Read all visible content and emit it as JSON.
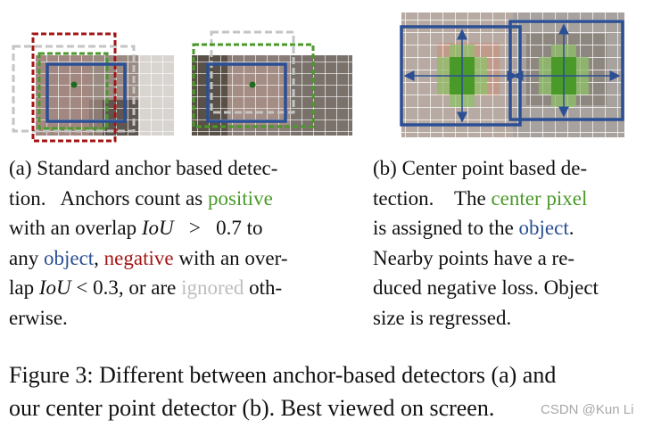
{
  "panel_a": {
    "label": "(a) Standard anchor based detec-",
    "l2_a": "tion.",
    "l2_b": "Anchors count as",
    "l2_c": "positive",
    "l3_a": "with an overlap",
    "l3_math": "IoU",
    "l3_op": ">",
    "l3_val": "0.7",
    "l3_b": "to",
    "l4_a": "any",
    "l4_b": "object",
    "l4_c": ",",
    "l4_d": "negative",
    "l4_e": "with an over-",
    "l5_a": "lap",
    "l5_math": "IoU",
    "l5_b": "< 0.3, or are",
    "l5_c": "ignored",
    "l5_d": "oth-",
    "l6": "erwise."
  },
  "panel_b": {
    "label": "(b) Center point based de-",
    "l2_a": "tection.",
    "l2_b": "The",
    "l2_c": "center pixel",
    "l3_a": "is assigned to the",
    "l3_b": "object",
    "l3_c": ".",
    "l4": "Nearby points have a re-",
    "l5": "duced negative loss. Object",
    "l6": "size is regressed."
  },
  "figure_caption": {
    "line1": "Figure 3: Different between anchor-based detectors (a) and",
    "line2": "our center point detector (b). Best viewed on screen."
  },
  "watermark": "CSDN @Kun Li",
  "colors": {
    "positive": "#4a9a2a",
    "object": "#2b4f94",
    "negative": "#a31515",
    "ignored": "#bdbdbd"
  }
}
